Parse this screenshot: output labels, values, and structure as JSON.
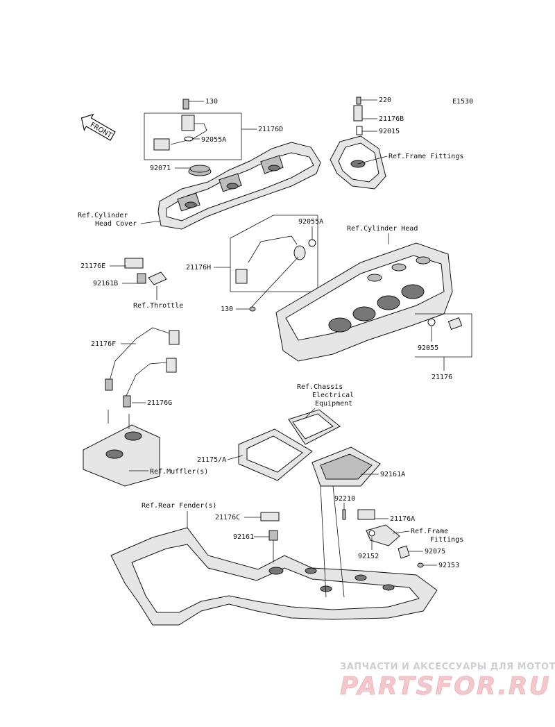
{
  "diagram_code": "E1530",
  "front_label": "FRONT",
  "labels": {
    "p130_top": "130",
    "p21176D": "21176D",
    "p92055A_top": "92055A",
    "p92071": "92071",
    "ref_cyl_head_cover_1": "Ref.Cylinder",
    "ref_cyl_head_cover_2": "Head Cover",
    "p220": "220",
    "p21176B": "21176B",
    "p92015": "92015",
    "ref_frame_fittings_top": "Ref.Frame Fittings",
    "p92055A_mid": "92055A",
    "ref_cyl_head": "Ref.Cylinder Head",
    "p21176H": "21176H",
    "p130_mid": "130",
    "p21176E": "21176E",
    "p92161B": "92161B",
    "ref_throttle": "Ref.Throttle",
    "p92055": "92055",
    "p21176": "21176",
    "p21176F": "21176F",
    "p21176G": "21176G",
    "ref_chassis_1": "Ref.Chassis",
    "ref_chassis_2": "Electrical",
    "ref_chassis_3": "Equipment",
    "p21175A": "21175/A",
    "p92161A": "92161A",
    "ref_muffler": "Ref.Muffler(s)",
    "p92210": "92210",
    "ref_rear_fender": "Ref.Rear Fender(s)",
    "p21176C": "21176C",
    "p21176A": "21176A",
    "ref_frame_fittings_bot_1": "Ref.Frame",
    "ref_frame_fittings_bot_2": "Fittings",
    "p92161": "92161",
    "p92152": "92152",
    "p92075": "92075",
    "p92153": "92153"
  },
  "watermark": {
    "line1": "ЗАПЧАСТИ И АКСЕССУАРЫ ДЛЯ МОТОТЕХНИКИ",
    "line2": "PARTSFOR.RU"
  }
}
